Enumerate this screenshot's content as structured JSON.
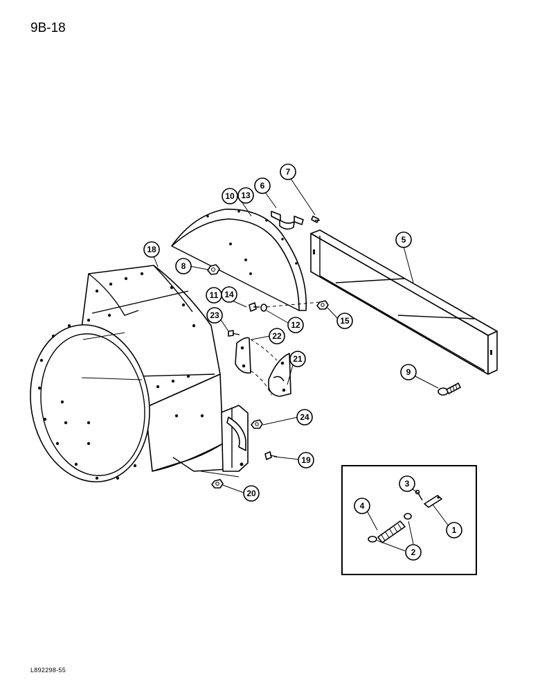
{
  "page_number": "9B-18",
  "footer_code": "L892298-55",
  "callouts": [
    "1",
    "2",
    "3",
    "4",
    "5",
    "6",
    "7",
    "8",
    "9",
    "10",
    "11",
    "12",
    "13",
    "14",
    "15",
    "18",
    "19",
    "20",
    "21",
    "22",
    "23",
    "24"
  ],
  "callout_circle": {
    "c1": "1",
    "c2": "2",
    "c3": "3",
    "c4": "4",
    "c5": "5",
    "c6": "6",
    "c7": "7",
    "c8": "8",
    "c9": "9",
    "c10": "10",
    "c11": "11",
    "c12": "12",
    "c13": "13",
    "c14": "14",
    "c15": "15",
    "c18": "18",
    "c19": "19",
    "c20": "20",
    "c21": "21",
    "c22": "22",
    "c23": "23",
    "c24": "24"
  }
}
